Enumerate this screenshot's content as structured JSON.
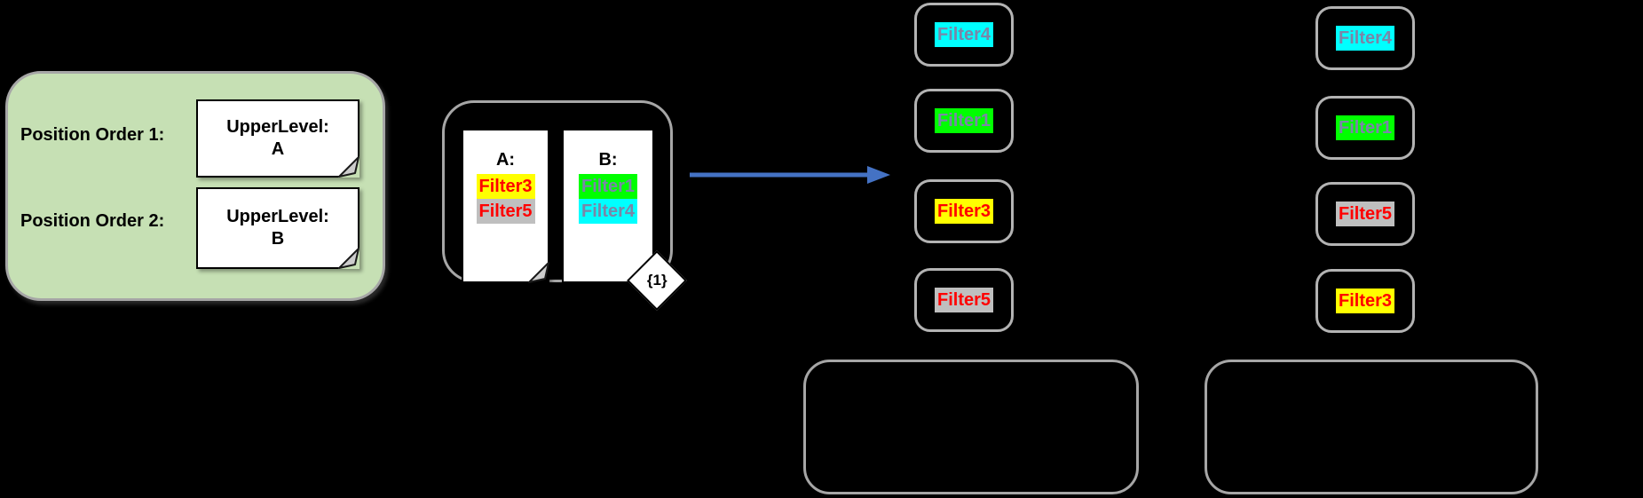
{
  "colors": {
    "background": "#000000",
    "panel_green": "#c6e0b4",
    "border_gray": "#a6a6a6",
    "arrow_blue": "#4472c4"
  },
  "legend": {
    "rows": [
      {
        "label": "Position Order 1:",
        "note": {
          "line1": "UpperLevel:",
          "line2": "A"
        }
      },
      {
        "label": "Position Order 2:",
        "note": {
          "line1": "UpperLevel:",
          "line2": "B"
        }
      }
    ]
  },
  "input_group": {
    "badge": "{1}",
    "notes": [
      {
        "title": "A:",
        "filters": [
          {
            "label": "Filter3",
            "bg": "#ffff00",
            "color": "#ff0000"
          },
          {
            "label": "Filter5",
            "bg": "#bfbfbf",
            "color": "#ff0000"
          }
        ]
      },
      {
        "title": "B:",
        "filters": [
          {
            "label": "Filter1",
            "bg": "#00ff00",
            "color": "#7a86a8"
          },
          {
            "label": "Filter4",
            "bg": "#00ffff",
            "color": "#7a86a8"
          }
        ]
      }
    ]
  },
  "output_columns": [
    {
      "items": [
        {
          "label": "Filter4",
          "bg": "#00ffff",
          "color": "#7a86a8"
        },
        {
          "label": "Filter1",
          "bg": "#00ff00",
          "color": "#7a86a8"
        },
        {
          "label": "Filter3",
          "bg": "#ffff00",
          "color": "#ff0000"
        },
        {
          "label": "Filter5",
          "bg": "#bfbfbf",
          "color": "#ff0000"
        }
      ]
    },
    {
      "items": [
        {
          "label": "Filter4",
          "bg": "#00ffff",
          "color": "#7a86a8"
        },
        {
          "label": "Filter1",
          "bg": "#00ff00",
          "color": "#7a86a8"
        },
        {
          "label": "Filter5",
          "bg": "#bfbfbf",
          "color": "#ff0000"
        },
        {
          "label": "Filter3",
          "bg": "#ffff00",
          "color": "#ff0000"
        }
      ]
    }
  ]
}
